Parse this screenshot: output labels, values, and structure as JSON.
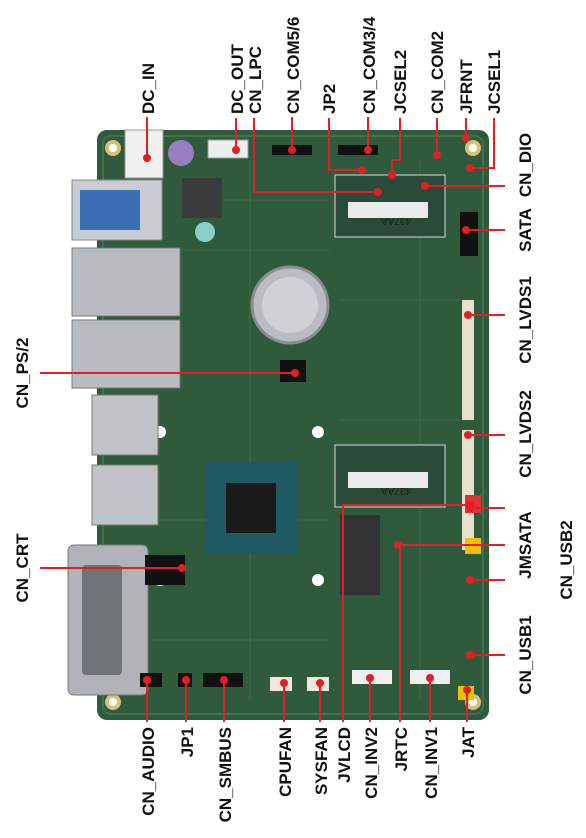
{
  "colors": {
    "accent": "#e31e24",
    "pcb": "#2f5a3c",
    "text": "#111111"
  },
  "labels": {
    "dc_in": "DC_IN",
    "dc_out": "DC_OUT",
    "cn_lpc": "CN_LPC",
    "cn_com56": "CN_COM5/6",
    "jp2": "JP2",
    "cn_com34": "CN_COM3/4",
    "jcsel2": "JCSEL2",
    "cn_com2": "CN_COM2",
    "jfrnt": "JFRNT",
    "jcsel1": "JCSEL1",
    "cn_dio": "CN_DIO",
    "sata": "SATA",
    "cn_lvds1": "CN_LVDS1",
    "cn_lvds2": "CN_LVDS2",
    "jmsata": "JMSATA",
    "cn_usb2": "CN_USB2",
    "cn_usb1": "CN_USB1",
    "cn_ps2": "CN_PS/2",
    "cn_crt": "CN_CRT",
    "cn_audio": "CN_AUDIO",
    "jp1": "JP1",
    "cn_smbus": "CN_SMBUS",
    "cpufan": "CPUFAN",
    "sysfan": "SYSFAN",
    "jvlcd": "JVLCD",
    "cn_inv2": "CN_INV2",
    "jrtc": "JRTC",
    "cn_inv1": "CN_INV1",
    "jat": "JAT"
  },
  "board_text": {
    "chip_marking_1": "437AA",
    "chip_marking_2": "437AA"
  }
}
